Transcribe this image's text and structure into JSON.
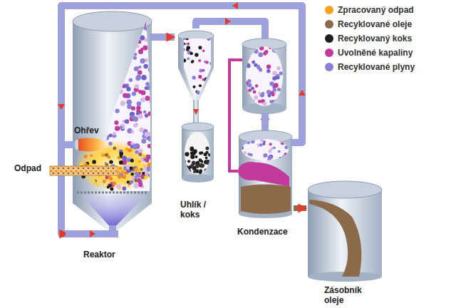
{
  "diagram": {
    "nodes": [
      {
        "text": [
          "Reaktor"
        ]
      },
      {
        "text": [
          "Uhlík / koks"
        ]
      },
      {
        "text": [
          "Kondenzace"
        ]
      },
      {
        "text": [
          "Zásobník oleje"
        ]
      }
    ],
    "edges": [
      {
        "from": 0,
        "to": 1,
        "arrow": "to"
      },
      {
        "from": 1,
        "to": 2,
        "arrow": "to"
      },
      {
        "from": 2,
        "to": 3,
        "arrow": "to"
      },
      {
        "from": 2,
        "to": 0,
        "arrow": "to"
      }
    ],
    "labels": [
      "Ohřev",
      "Odpad"
    ],
    "legend": [
      {
        "text": "Zpracovaný odpad",
        "color": "#f5a31f"
      },
      {
        "text": "Recyklované oleje",
        "color": "#8b6a4a"
      },
      {
        "text": "Recyklovaný koks",
        "color": "#1e1e1e"
      },
      {
        "text": "Uvolněné kapaliny",
        "color": "#c23a9c"
      },
      {
        "text": "Recyklované plyny",
        "color": "#8b7fd8"
      }
    ]
  }
}
